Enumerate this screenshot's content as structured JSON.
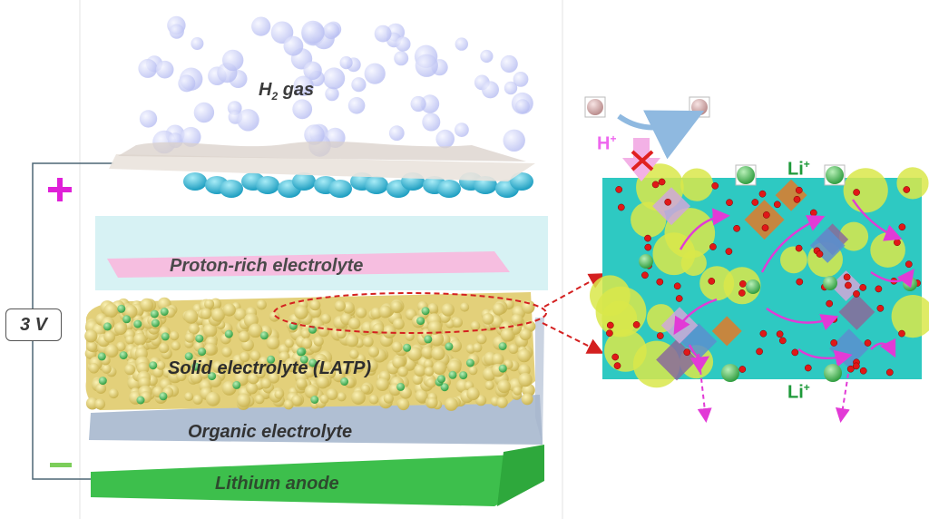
{
  "labels": {
    "h2_gas": {
      "main": "H",
      "sub": "2",
      "rest": " gas"
    },
    "proton_electrolyte": "Proton-rich electrolyte",
    "solid_electrolyte": "Solid electrolyte (LATP)",
    "organic_electrolyte": "Organic electrolyte",
    "lithium_anode": "Lithium anode",
    "voltage": "3 V",
    "plus_sign": "+",
    "h_ion": {
      "main": "H",
      "sup": "+"
    },
    "li_ion_top": {
      "main": "Li",
      "sup": "+"
    },
    "li_ion_bottom": {
      "main": "Li",
      "sup": "+"
    }
  },
  "colors": {
    "bubble": "#c9cdf7",
    "catalyst": "#e8e2dc",
    "catalyst_beads": "#3fb6d3",
    "proton_layer": "#f7b6dc",
    "electrolyte_box": "#c8ecef",
    "latp_grain": "#e8d67a",
    "latp_green": "#44c444",
    "organic_layer": "#8ea4c0",
    "anode": "#3cbf4c",
    "magenta": "#e23ad6",
    "red_dash": "#d42020",
    "crystal_cyan": "#2ec9c2",
    "crystal_yellow": "#d9e84a"
  }
}
